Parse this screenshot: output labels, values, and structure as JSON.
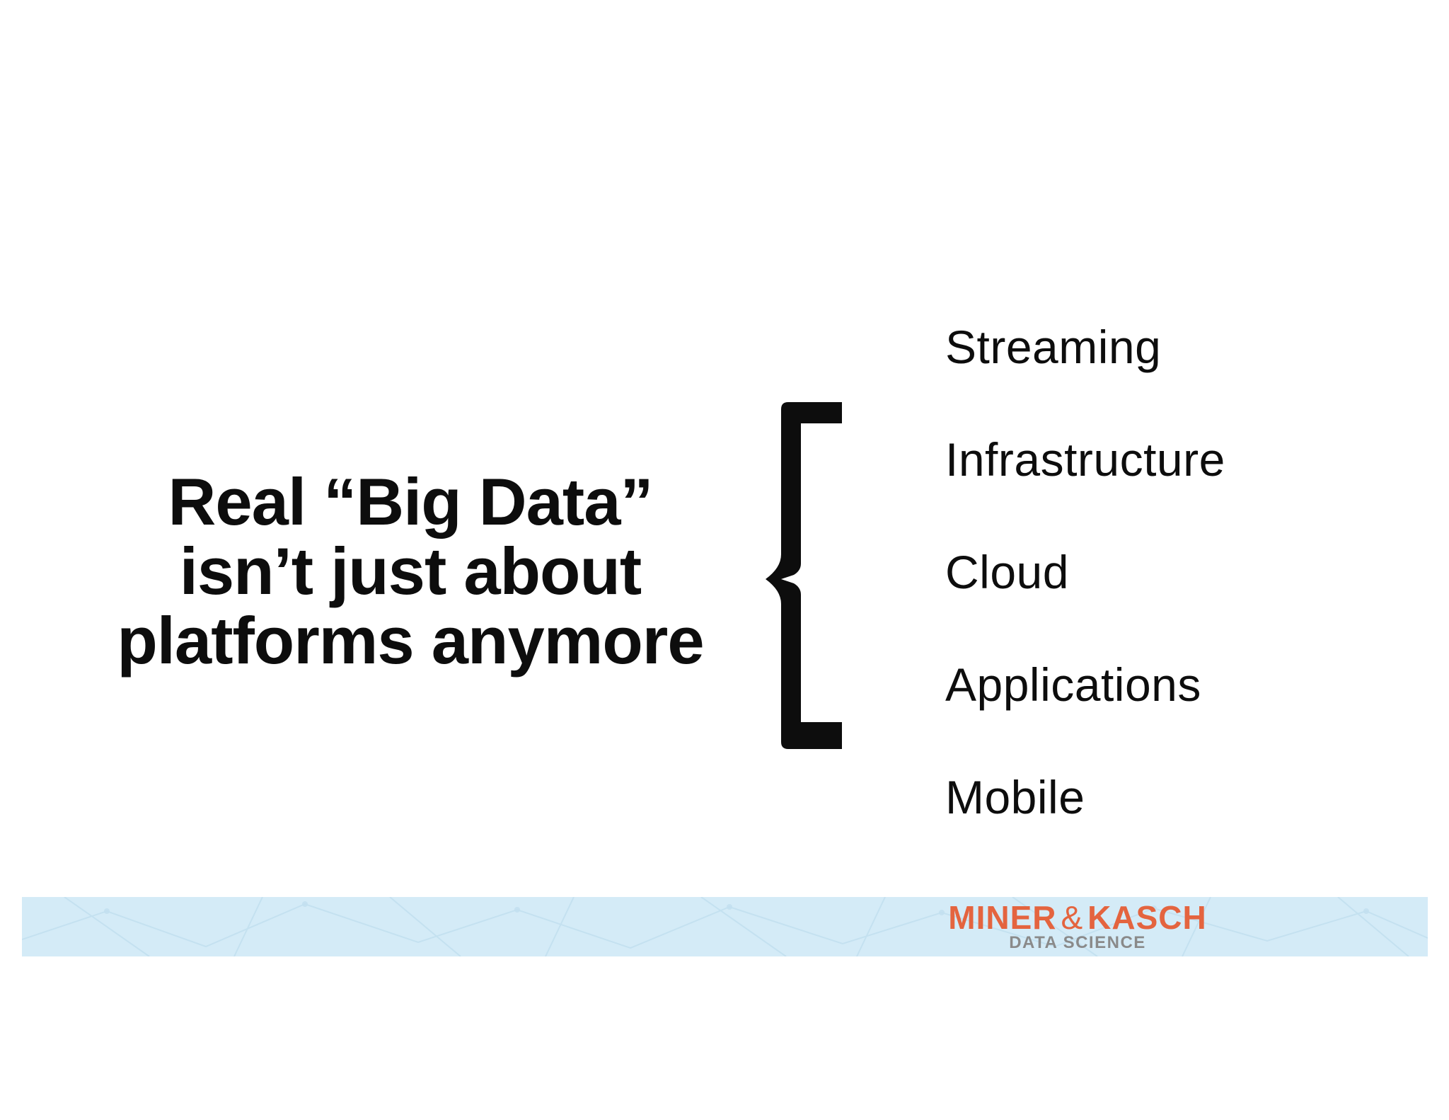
{
  "slide": {
    "headline_lines": [
      "Real “Big Data”",
      "isn’t just about",
      "platforms anymore"
    ],
    "brace_icon": "curly-brace-icon",
    "topics": [
      "Streaming",
      "Infrastructure",
      "Cloud",
      "Applications",
      "Mobile"
    ]
  },
  "footer": {
    "logo": {
      "name_part1": "MINER",
      "ampersand": "&",
      "name_part2": "KASCH",
      "tagline": "DATA SCIENCE"
    }
  },
  "colors": {
    "background": "#ffffff",
    "text": "#0d0d0d",
    "footer_band": "#d4ebf7",
    "logo_accent": "#e4643f",
    "logo_tagline": "#8a8a8a"
  }
}
